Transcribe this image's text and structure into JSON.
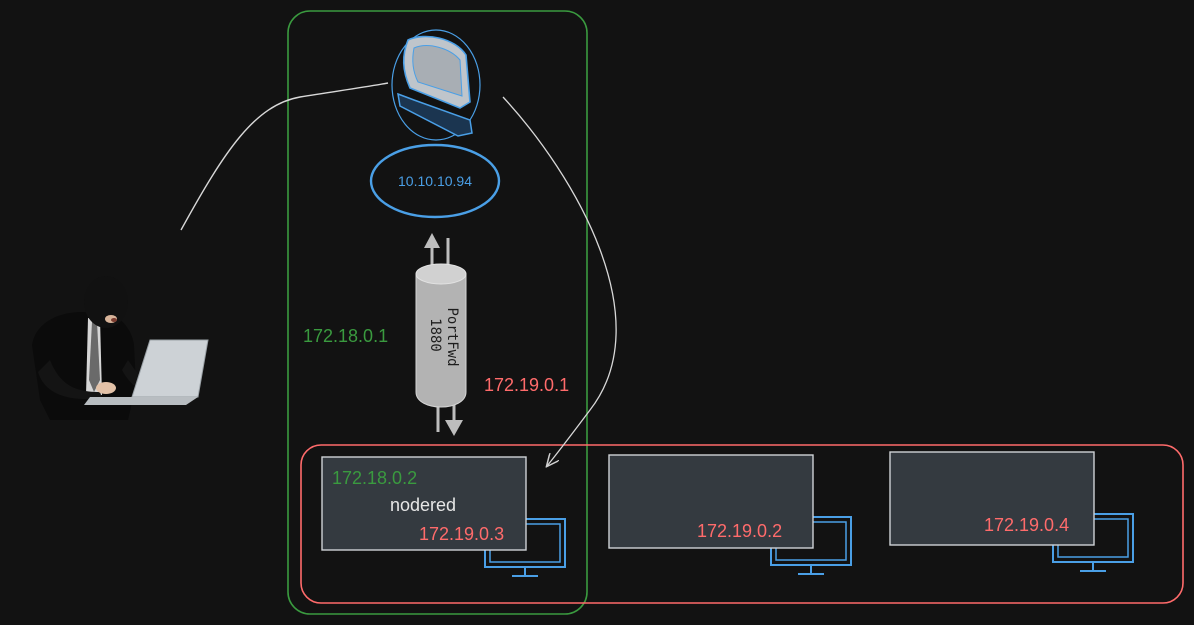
{
  "colors": {
    "background": "#121212",
    "network_a": "#3a9a3f",
    "network_b": "#ff6b6b",
    "device_blue": "#4a9fe6",
    "node_fill": "#343a40",
    "node_border": "#cfd3d6",
    "arrow": "#cfcfcf",
    "text": "#e6e6e6"
  },
  "attacker": {
    "icon": "hooded-hacker-with-laptop"
  },
  "pivot_host": {
    "icon": "crt-computer-icon",
    "ip": "10.10.10.94",
    "net_a_ip": "172.18.0.1",
    "net_b_ip": "172.19.0.1"
  },
  "tunnel": {
    "label_line1": "PortFwd",
    "label_line2": "1880"
  },
  "nodes": [
    {
      "name": "nodered",
      "ip_a": "172.18.0.2",
      "ip_b": "172.19.0.3"
    },
    {
      "name": "",
      "ip_b": "172.19.0.2"
    },
    {
      "name": "",
      "ip_b": "172.19.0.4"
    }
  ]
}
